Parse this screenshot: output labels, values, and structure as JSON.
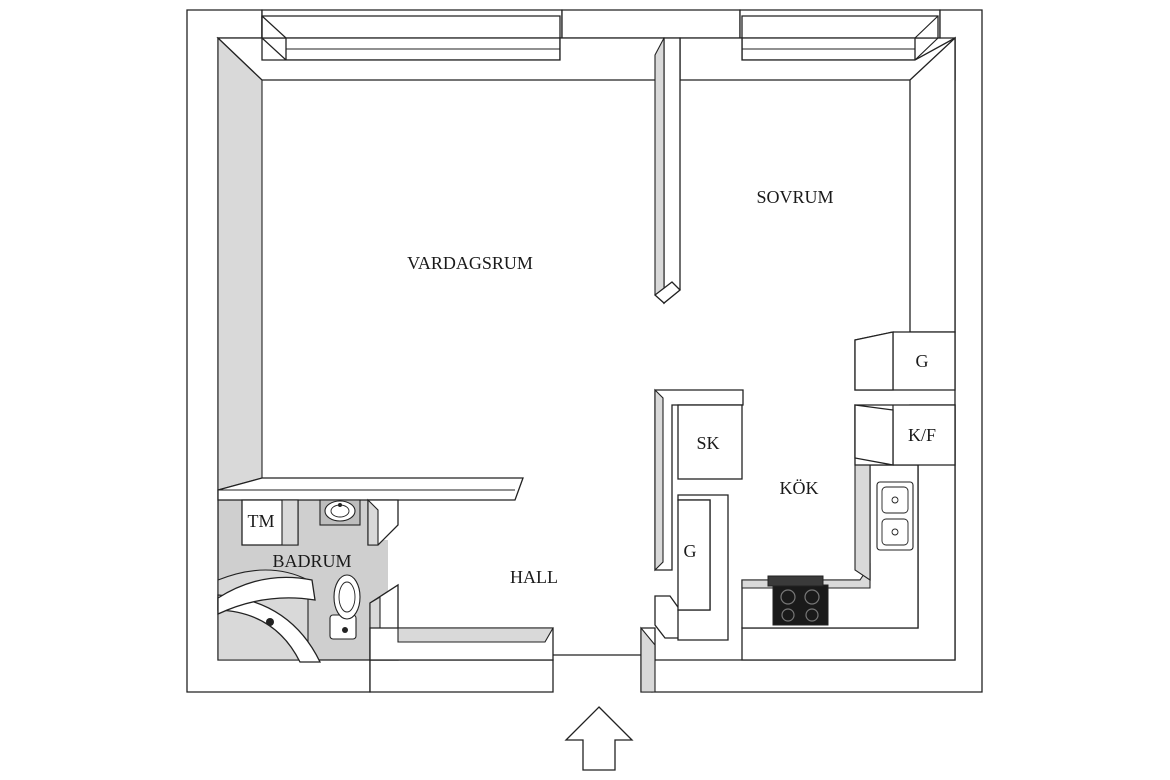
{
  "rooms": {
    "living": "VARDAGSRUM",
    "bedroom": "SOVRUM",
    "kitchen": "KÖK",
    "hall": "HALL",
    "bathroom": "BADRUM"
  },
  "fixtures": {
    "wardrobe_bedroom": "G",
    "fridge_freezer": "K/F",
    "cabinet": "SK",
    "wardrobe_hall": "G",
    "washer": "TM"
  },
  "colors": {
    "wall_fill": "#ffffff",
    "wall_stroke": "#222222",
    "bathroom_floor": "#cfcfcf",
    "stove": "#1a1a1a"
  },
  "icons": {
    "entrance": "entrance-arrow-icon"
  }
}
